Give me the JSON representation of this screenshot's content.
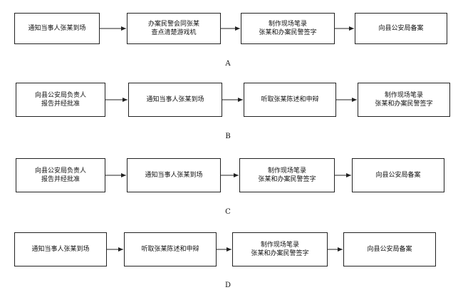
{
  "options": [
    {
      "letter": "A",
      "steps": [
        {
          "lines": [
            "通知当事人张某到场"
          ]
        },
        {
          "lines": [
            "办案民警会同张某",
            "查点清楚游戏机"
          ]
        },
        {
          "lines": [
            "制作现场笔录",
            "张某和办案民警签字"
          ]
        },
        {
          "lines": [
            "向县公安局备案"
          ]
        }
      ]
    },
    {
      "letter": "B",
      "steps": [
        {
          "lines": [
            "向县公安局负责人",
            "报告并经批准"
          ]
        },
        {
          "lines": [
            "通知当事人张某到场"
          ]
        },
        {
          "lines": [
            "听取张某陈述和申辩"
          ]
        },
        {
          "lines": [
            "制作现场笔录",
            "张某和办案民警签字"
          ]
        }
      ]
    },
    {
      "letter": "C",
      "steps": [
        {
          "lines": [
            "向县公安局负责人",
            "报告并经批准"
          ]
        },
        {
          "lines": [
            "通知当事人张某到场"
          ]
        },
        {
          "lines": [
            "制作现场笔录",
            "张某和办案民警签字"
          ]
        },
        {
          "lines": [
            "向县公安局备案"
          ]
        }
      ]
    },
    {
      "letter": "D",
      "steps": [
        {
          "lines": [
            "通知当事人张某到场"
          ]
        },
        {
          "lines": [
            "听取张某陈述和申辩"
          ]
        },
        {
          "lines": [
            "制作现场笔录",
            "张某和办案民警签字"
          ]
        },
        {
          "lines": [
            "向县公安局备案"
          ]
        }
      ]
    }
  ]
}
